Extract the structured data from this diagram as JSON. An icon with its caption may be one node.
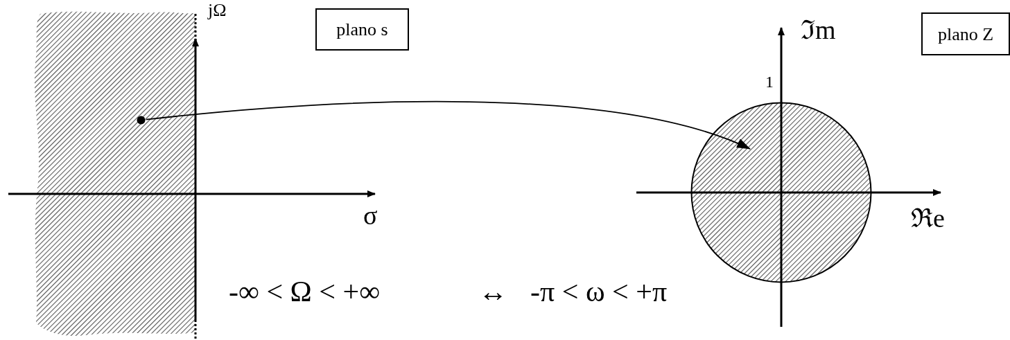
{
  "diagram": {
    "nodes": [
      {
        "text": [],
        "shape": "box"
      },
      {
        "text": [
          "plano s"
        ]
      },
      {
        "text": [
          "plano Z"
        ]
      },
      {
        "text": [],
        "shape": "circle",
        "in": 0
      },
      {
        "text": [],
        "shape": "circle"
      }
    ],
    "edges": [
      {
        "from": 3,
        "to": 4,
        "arrow": "to"
      }
    ],
    "labels": [
      "jΩ",
      "ℑm",
      "1",
      "σ",
      "ℜe",
      "-∞ < Ω < +∞",
      "↔",
      "-π < ω < +π"
    ]
  }
}
